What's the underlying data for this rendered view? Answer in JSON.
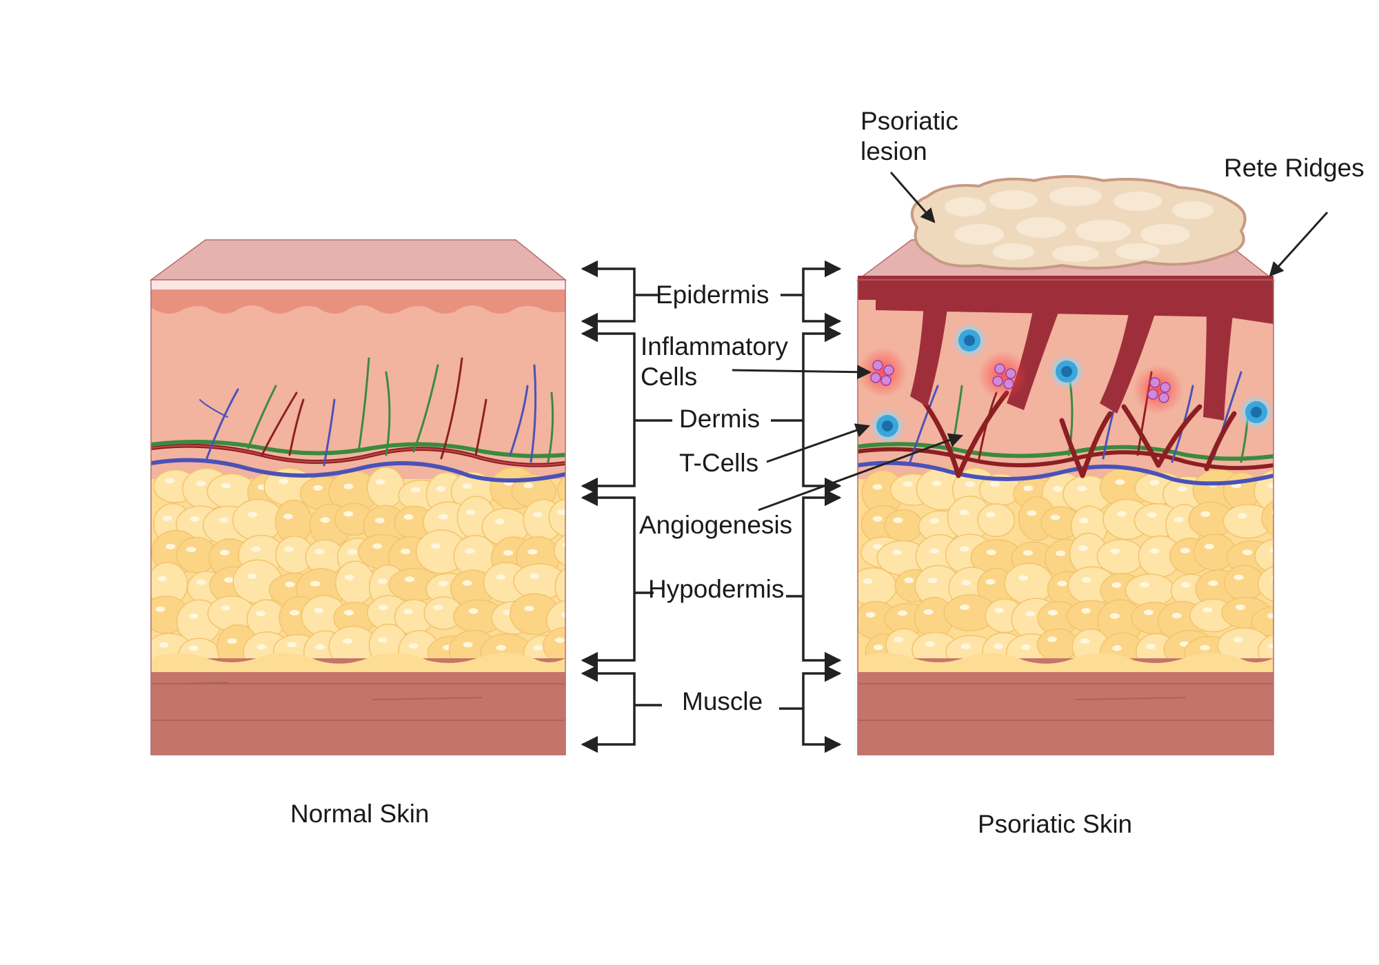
{
  "labels": {
    "epidermis": "Epidermis",
    "inflammatory_line1": "Inflammatory",
    "inflammatory_line2": "Cells",
    "dermis": "Dermis",
    "tcells": "T-Cells",
    "angiogenesis": "Angiogenesis",
    "hypodermis": "Hypodermis",
    "muscle": "Muscle",
    "psoriatic_lesion_line1": "Psoriatic",
    "psoriatic_lesion_line2": "lesion",
    "rete_ridges": "Rete Ridges",
    "normal_skin": "Normal Skin",
    "psoriatic_skin": "Psoriatic Skin"
  },
  "colors": {
    "epidermis_top": "#e6b2b0",
    "epidermis_band": "#e8917f",
    "dermis": "#f2b39f",
    "fat": "#fddc94",
    "fat_light": "#fee8b5",
    "muscle": "#c4756a",
    "rete_ridge": "#9e2f3a",
    "vein": "#4a52b8",
    "artery": "#8c1f22",
    "nerve": "#3b8a3e",
    "tcell": "#2a8fd0",
    "inflammatory": "#e2404a",
    "lesion": "#f1ddc3",
    "bracket": "#222222"
  }
}
